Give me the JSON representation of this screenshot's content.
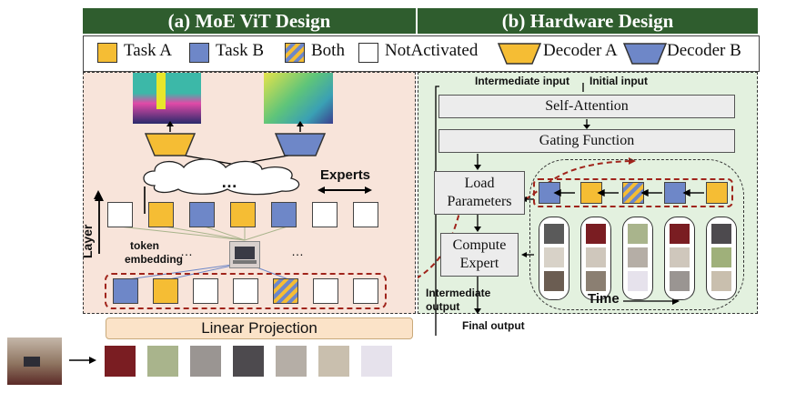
{
  "headers": {
    "left": "(a) MoE ViT Design",
    "right": "(b) Hardware Design"
  },
  "legend": {
    "task_a": "Task A",
    "task_b": "Task B",
    "both": "Both",
    "not_activated": "NotActivated",
    "decoder_a": "Decoder A",
    "decoder_b": "Decoder B"
  },
  "moe": {
    "experts_label": "Experts",
    "cloud_dots": "…",
    "token_label_1": "token",
    "token_label_2": "embedding",
    "dots_left": "…",
    "dots_right": "…",
    "layer_label": "Layer",
    "linear_projection": "Linear Projection",
    "expert_tokens": [
      "white",
      "yellow",
      "blue",
      "yellow",
      "blue",
      "white",
      "white"
    ],
    "layer_tokens": [
      "blue",
      "yellow",
      "white",
      "white",
      "hatch",
      "white",
      "white"
    ],
    "patch_colors": [
      "#7a1d22",
      "#a9b48c",
      "#9a9592",
      "#4d4a4e",
      "#b5aea6",
      "#c9bfae",
      "#e6e2ec"
    ]
  },
  "hardware": {
    "intermediate_input": "Intermediate input",
    "initial_input": "Initial input",
    "self_attention": "Self-Attention",
    "gating_function": "Gating Function",
    "load_parameters_1": "Load",
    "load_parameters_2": "Parameters",
    "compute_expert_1": "Compute",
    "compute_expert_2": "Expert",
    "intermediate_output_1": "Intermediate",
    "intermediate_output_2": "output",
    "final_output": "Final output",
    "time_label": "Time",
    "queue_tokens": [
      "blue",
      "yellow",
      "hatch",
      "blue",
      "yellow"
    ],
    "pill_images": [
      [
        "#5a5a5a",
        "#d8d2c8",
        "#6b5d52"
      ],
      [
        "#7a1d22",
        "#cfc7bc",
        "#8b7f72"
      ],
      [
        "#a9b48c",
        "#b5aea6",
        "#e6e2ec"
      ],
      [
        "#7a1d22",
        "#cfc7bc",
        "#9a9592"
      ],
      [
        "#4d4a4e",
        "#9fb07a",
        "#c9bfae"
      ]
    ]
  },
  "colors": {
    "task_a": "#f5bd34",
    "task_b": "#6e87c8",
    "left_panel_bg": "#f8e4da",
    "right_panel_bg": "#e3f1df",
    "header_bg": "#2f5d2e",
    "dashed_red": "#a0241b"
  }
}
